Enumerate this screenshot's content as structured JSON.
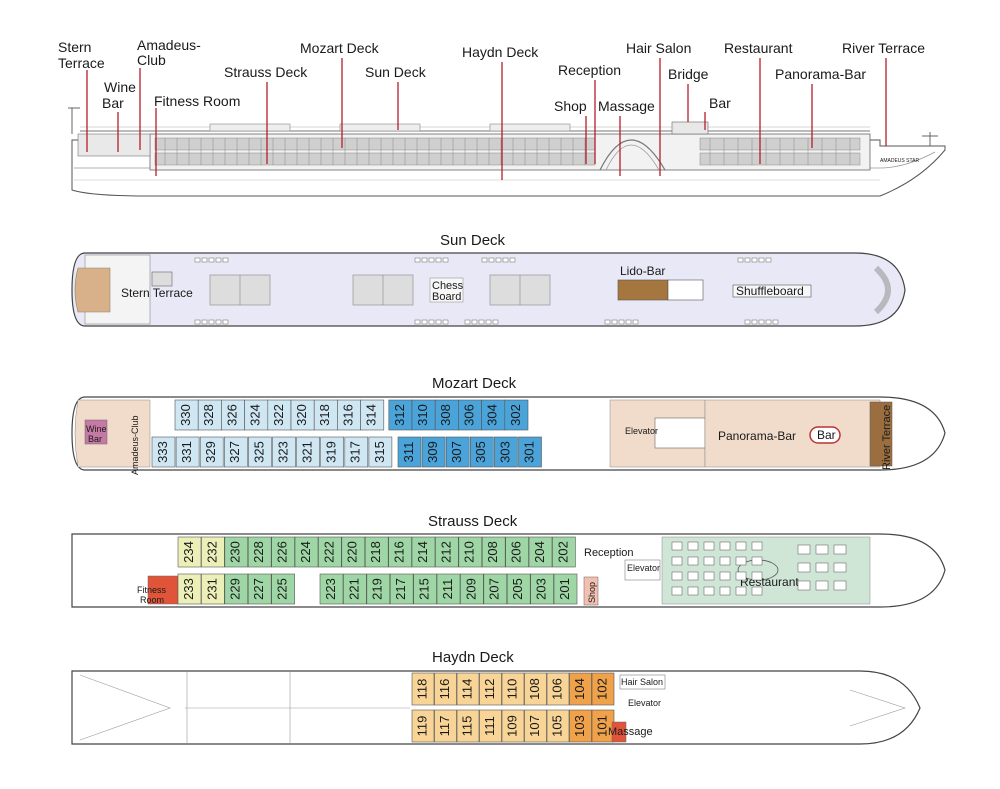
{
  "profile": {
    "labels": {
      "stern_terrace": [
        "Stern",
        "Terrace"
      ],
      "wine_bar": [
        "Wine",
        "Bar"
      ],
      "amadeus_club": [
        "Amadeus-",
        "Club"
      ],
      "fitness_room": "Fitness Room",
      "strauss_deck": "Strauss Deck",
      "mozart_deck": "Mozart Deck",
      "sun_deck": "Sun Deck",
      "haydn_deck": "Haydn Deck",
      "reception": "Reception",
      "shop": "Shop",
      "massage": "Massage",
      "hair_salon": "Hair Salon",
      "bridge": "Bridge",
      "bar": "Bar",
      "restaurant": "Restaurant",
      "panorama_bar": "Panorama-Bar",
      "river_terrace": "River Terrace"
    },
    "ship_name": "AMADEUS STAR"
  },
  "decks": {
    "sun": {
      "title": "Sun Deck",
      "stern_terrace": "Stern Terrace",
      "chess": [
        "Chess",
        "Board"
      ],
      "lido_bar": "Lido-Bar",
      "shuffleboard": "Shuffleboard"
    },
    "mozart": {
      "title": "Mozart Deck",
      "wine_bar": [
        "Wine",
        "Bar"
      ],
      "amadeus_club": "Amadeus-Club",
      "elevator": "Elevator",
      "panorama_bar": "Panorama-Bar",
      "bar": "Bar",
      "river_terrace": "River Terrace",
      "top_cabins": [
        "330",
        "328",
        "326",
        "324",
        "322",
        "320",
        "318",
        "316",
        "314",
        "312",
        "310",
        "308",
        "306",
        "304",
        "302"
      ],
      "bottom_cabins": [
        "333",
        "331",
        "329",
        "327",
        "325",
        "323",
        "321",
        "319",
        "317",
        "315",
        "311",
        "309",
        "307",
        "305",
        "303",
        "301"
      ]
    },
    "strauss": {
      "title": "Strauss Deck",
      "reception": "Reception",
      "elevator": "Elevator",
      "restaurant": "Restaurant",
      "fitness": [
        "Fitness",
        "Room"
      ],
      "shop": "Shop",
      "top_cabins": [
        "234",
        "232",
        "230",
        "228",
        "226",
        "224",
        "222",
        "220",
        "218",
        "216",
        "214",
        "212",
        "210",
        "208",
        "206",
        "204",
        "202"
      ],
      "bottom_cabins": [
        "233",
        "231",
        "229",
        "227",
        "225",
        "223",
        "221",
        "219",
        "217",
        "215",
        "211",
        "209",
        "207",
        "205",
        "203",
        "201"
      ]
    },
    "haydn": {
      "title": "Haydn Deck",
      "hair_salon": "Hair Salon",
      "elevator": "Elevator",
      "massage": "Massage",
      "top_cabins": [
        "118",
        "116",
        "114",
        "112",
        "110",
        "108",
        "106",
        "104",
        "102"
      ],
      "bottom_cabins": [
        "119",
        "117",
        "115",
        "111",
        "109",
        "107",
        "105",
        "103",
        "101"
      ]
    }
  },
  "colors": {
    "mozart_light": "#cfe6f3",
    "mozart_dark": "#4aa3d9",
    "strauss_yellow": "#ecefb8",
    "strauss_green": "#9fd6a5",
    "haydn_light": "#f8d596",
    "haydn_dark": "#f0a24a",
    "accent_red": "#e0553a",
    "lounge_tan": "#f1dccb",
    "sun_deck": "#e8e8f6",
    "leader_line": "#b71c2b"
  }
}
